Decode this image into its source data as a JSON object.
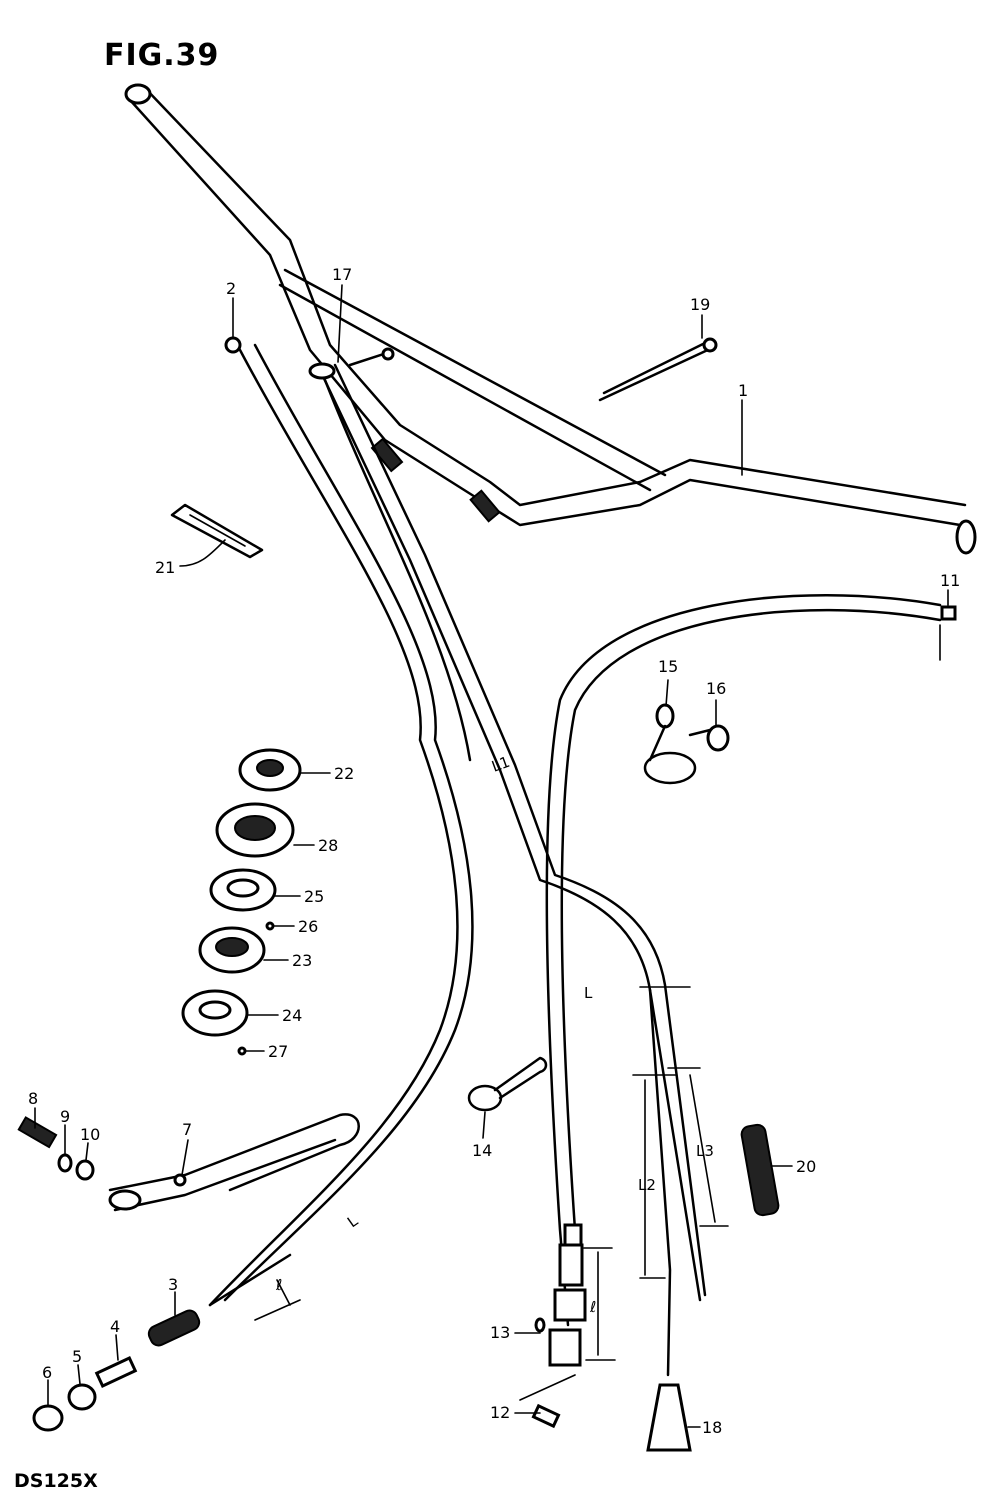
{
  "figure": {
    "title": "FIG.39",
    "model": "DS125X"
  },
  "callouts": [
    {
      "id": "c1",
      "label": "1"
    },
    {
      "id": "c2",
      "label": "2"
    },
    {
      "id": "c3",
      "label": "3"
    },
    {
      "id": "c4",
      "label": "4"
    },
    {
      "id": "c5",
      "label": "5"
    },
    {
      "id": "c6",
      "label": "6"
    },
    {
      "id": "c7",
      "label": "7"
    },
    {
      "id": "c8",
      "label": "8"
    },
    {
      "id": "c9",
      "label": "9"
    },
    {
      "id": "c10",
      "label": "10"
    },
    {
      "id": "c11",
      "label": "11"
    },
    {
      "id": "c12",
      "label": "12"
    },
    {
      "id": "c13",
      "label": "13"
    },
    {
      "id": "c14",
      "label": "14"
    },
    {
      "id": "c15",
      "label": "15"
    },
    {
      "id": "c16",
      "label": "16"
    },
    {
      "id": "c17",
      "label": "17"
    },
    {
      "id": "c18",
      "label": "18"
    },
    {
      "id": "c19",
      "label": "19"
    },
    {
      "id": "c20",
      "label": "20"
    },
    {
      "id": "c21",
      "label": "21"
    },
    {
      "id": "c22",
      "label": "22"
    },
    {
      "id": "c23",
      "label": "23"
    },
    {
      "id": "c24",
      "label": "24"
    },
    {
      "id": "c25",
      "label": "25"
    },
    {
      "id": "c26",
      "label": "26"
    },
    {
      "id": "c27",
      "label": "27"
    },
    {
      "id": "c28",
      "label": "28"
    }
  ],
  "dimensions": {
    "l_left": "L",
    "l_center": "L",
    "l1": "L1",
    "l2": "L2",
    "l3": "L3",
    "small_l_left": "ℓ",
    "small_l_right": "ℓ"
  }
}
